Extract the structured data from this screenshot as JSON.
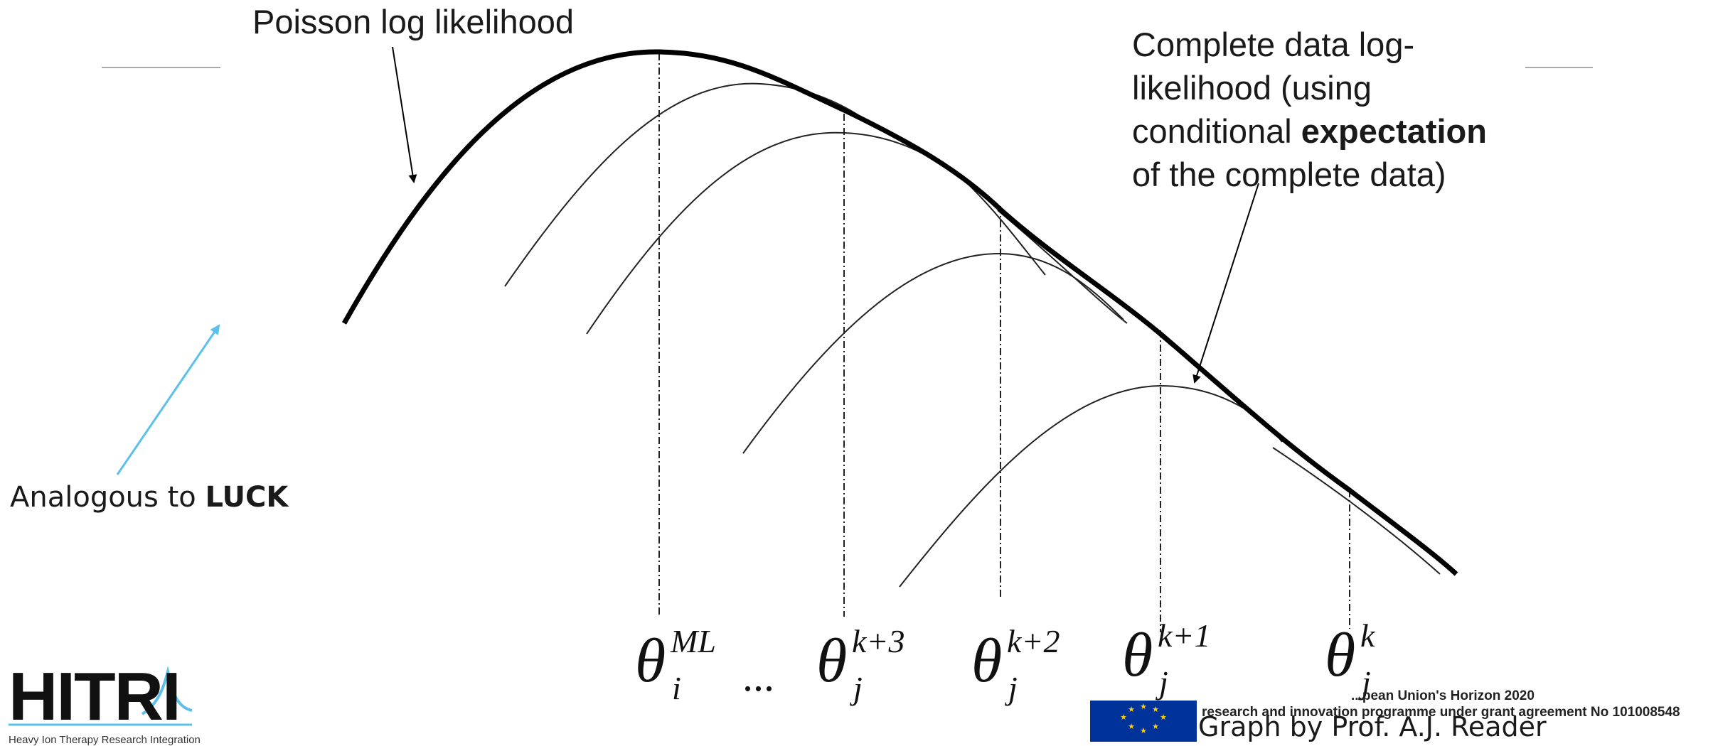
{
  "labels": {
    "poisson": "Poisson log likelihood",
    "complete_line1": "Complete data log-",
    "complete_line2": "likelihood (using",
    "complete_line3_pre": "conditional ",
    "complete_line3_bold": "expectation",
    "complete_line4": "of the complete data)",
    "luck_pre": "Analogous to ",
    "luck_bold": "LUCK"
  },
  "theta_labels": [
    {
      "base": "θ",
      "sup": "ML",
      "sub": "i"
    },
    {
      "base": "θ",
      "sup": "k+3",
      "sub": "j"
    },
    {
      "base": "θ",
      "sup": "k+2",
      "sub": "j"
    },
    {
      "base": "θ",
      "sup": "k+1",
      "sub": "j"
    },
    {
      "base": "θ",
      "sup": "k",
      "sub": "j"
    }
  ],
  "ellipsis": "...",
  "logo": {
    "word": "HITRI",
    "tagline": "Heavy Ion Therapy Research Integration"
  },
  "funding": {
    "line1": "...pean Union's Horizon 2020",
    "line2": "research and innovation programme under grant agreement No 101008548"
  },
  "credit": "Graph by Prof. A.J. Reader",
  "colors": {
    "curve": "#000000",
    "luck_arrow": "#5bc0eb",
    "eu_blue": "#003399",
    "eu_star": "#ffcc00"
  }
}
